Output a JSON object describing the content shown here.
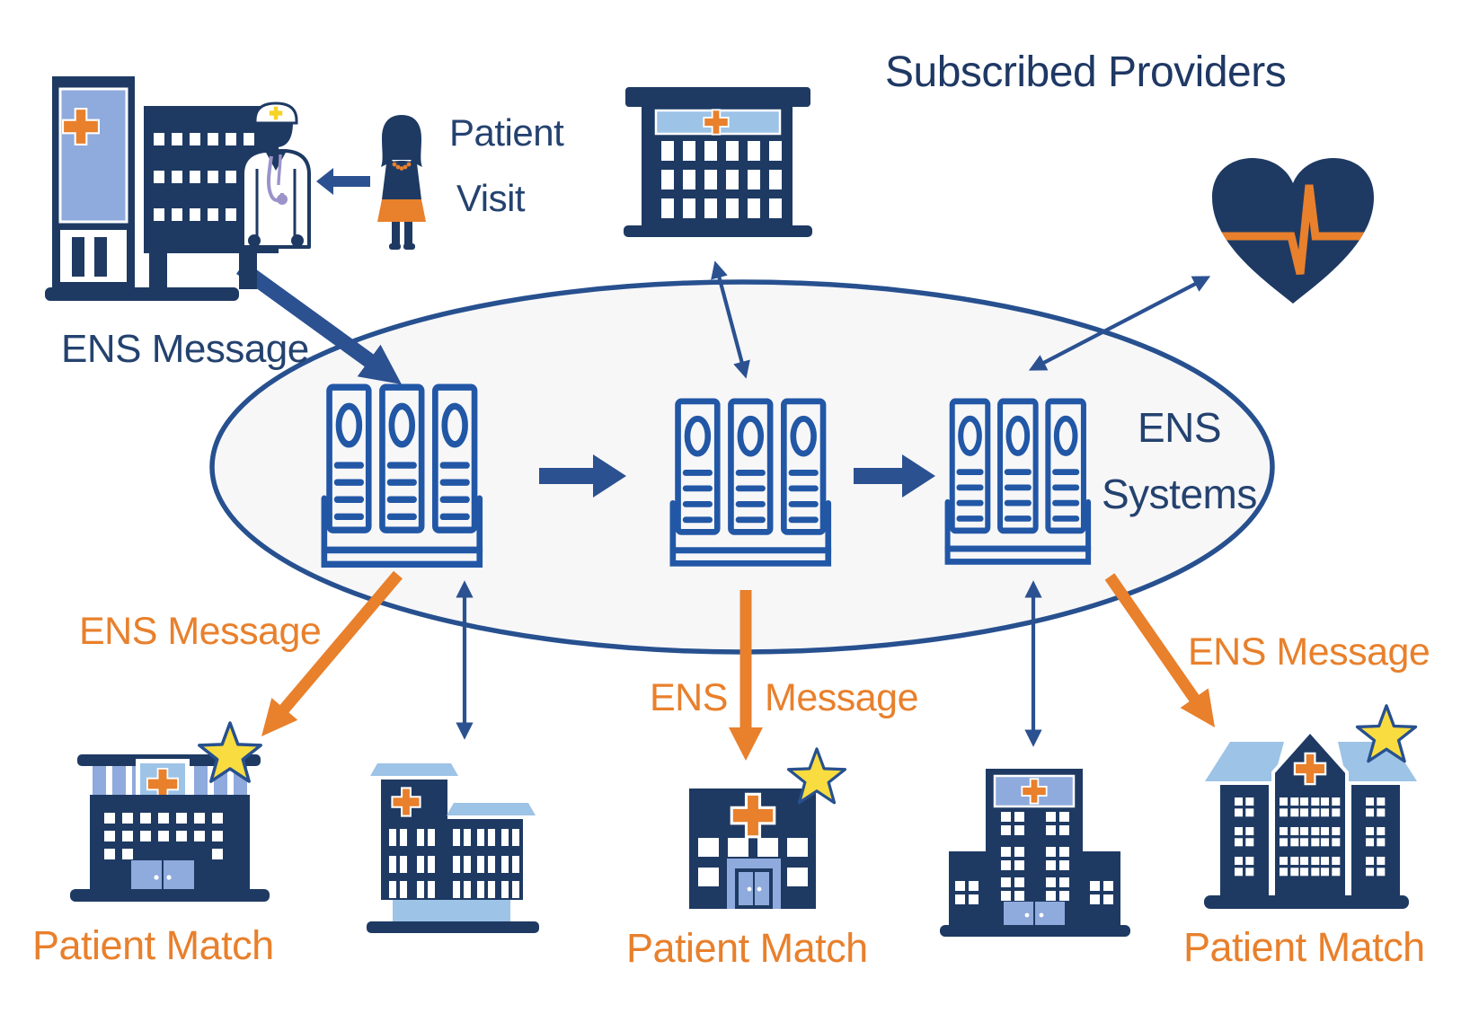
{
  "title": "Subscribed Providers",
  "labels": {
    "patient_visit_1": "Patient",
    "patient_visit_2": "Visit",
    "ens_message_inbound": "ENS Message",
    "ens_systems_1": "ENS",
    "ens_systems_2": "Systems",
    "ens_message_out_left": "ENS Message",
    "ens_message_out_mid_1": "ENS",
    "ens_message_out_mid_2": "Message",
    "ens_message_out_right": "ENS Message",
    "patient_match_left": "Patient Match",
    "patient_match_center": "Patient Match",
    "patient_match_right": "Patient Match"
  },
  "colors": {
    "navy": "#1E3A63",
    "title_navy": "#1F3864",
    "label_navy": "#24426F",
    "server_blue": "#2257A6",
    "arrow_blue": "#2B5191",
    "light_blue": "#8FAADC",
    "roof_blue": "#9DC3E6",
    "orange": "#E8802C",
    "star_yellow": "#F9DC3F",
    "ellipse_fill": "#F7F7F8",
    "ellipse_stroke": "#27508F",
    "lavender": "#9B93C9",
    "cap_yellow": "#F5D327",
    "window_white": "#FFFFFF"
  },
  "icons": [
    "hospital-building-icon",
    "doctor-icon",
    "patient-icon",
    "patient-visit-arrow-icon",
    "provider-building-icon",
    "heart-ekg-icon",
    "ens-server-icon-1",
    "ens-server-icon-2",
    "ens-server-icon-3",
    "clinic-building-icon",
    "hospital-tower-icon",
    "clinic-square-icon",
    "medical-center-icon",
    "grand-hospital-icon",
    "match-star-icon-left",
    "match-star-icon-center",
    "match-star-icon-right"
  ]
}
